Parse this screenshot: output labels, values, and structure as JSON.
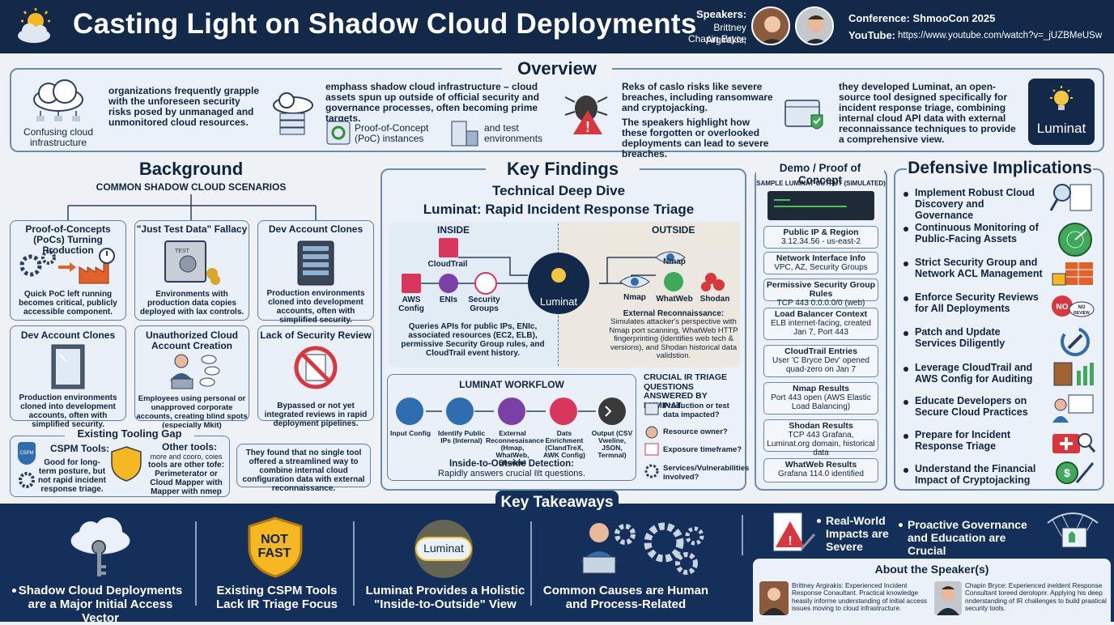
{
  "header": {
    "title": "Casting Light on Shadow Cloud Deployments",
    "speakers_label": "Speakers:",
    "speakers_names": "Brittney Argirakis,",
    "speakers_names2": "Chapin Bryce",
    "conference": "Conference: ShmooCon 2025",
    "youtube_label": "YouTube:",
    "youtube_url": "https://www.youtube.com/watch?v=_jUZBMeUSw"
  },
  "overview": {
    "title": "Overview",
    "icon_caption": "Confusing cloud infrastructure",
    "col1": "organizations frequently grapple with the unforeseen security risks posed by unmanaged and unmonitored cloud resources.",
    "col2": "emphass shadow cloud infrastructure – cloud assets spun up outside of official security and governance processes, often becoming prime targets.",
    "col2_poc": "Proof-of-Concept (PoC) instances",
    "col2_test": "and test environments",
    "col3": "Reks of caslo risks like severe breaches, including ransomware and cryptojacking.",
    "col3b": "The speakers highlight how these forgotten or overlooked deployments can lead to severe breaches.",
    "col4": "they developed Luminat, an open-source tool designed specifically for incident response triage, combining internal cloud API data with external reconnaissance techniques to provide a comprehensive view.",
    "logo": "Luminat"
  },
  "background": {
    "title": "Background",
    "subtitle": "COMMON SHADOW CLOUD SCENARIOS",
    "cards": [
      {
        "title": "Proof-of-Concepts (PoCs) Turning Production",
        "desc": "Quick PoC left running becomes critical, publicly accessible component."
      },
      {
        "title": "\"Just Test Data\" Fallacy",
        "desc": "Environments with production data copies deployed with lax controls."
      },
      {
        "title": "Dev Account Clones",
        "desc": "Production environments cloned into development accounts, often with simplified security."
      },
      {
        "title": "Dev Account Clones",
        "desc": "Production environments cloned into development accounts, often with simplified security."
      },
      {
        "title": "Unauthorized Cloud Account Creation",
        "desc": "Employees using personal or unapproved corporate accounts, creating blind spots (especially Mkit)"
      },
      {
        "title": "Lack of Security Review",
        "desc": "Bypassed or not yet integrated reviews in rapid deployment pipelines."
      }
    ],
    "safe_label": "TEST",
    "tooling_title": "Existing Tooling Gap",
    "cspm_title": "CSPM Tools:",
    "cspm_badge": "CSPM",
    "cspm_desc": "Good for long-term posture, but not rapid incident response triage.",
    "other_title": "Other tools:",
    "other_desc1": "more and cooro, coies",
    "other_desc2": "tools are other tofe:",
    "other_desc3": "Perimeterator or Cloud Mapper with Mapper with nmep",
    "finding": "They found that no single tool offered a streamlined way to combine internal cloud configuration data with external reconnaissance."
  },
  "key_findings": {
    "title": "Key Findings",
    "sub1": "Technical Deep Dive",
    "sub2": "Luminat: Rapid Incident Response Triage",
    "inside": "INSIDE",
    "outside": "OUTSIDE",
    "inside_items": [
      "CloudTrail",
      "AWS Config",
      "ENIs",
      "Security Groups"
    ],
    "outside_items": [
      "Nmap",
      "Nmap",
      "WhatWeb",
      "Shodan"
    ],
    "center_logo": "Luminat",
    "inside_desc": "Queries APIs for public IPs, ENIc, associated resources (EC2, ELB), permissive Security Group rules, and CloudTrail event history.",
    "outside_title": "External Reconnaissance:",
    "outside_desc": "Simulates attacker's perspective with Nmap port scanning, WhatWeb HTTP fingerprinting (identifies web tech & versions), and Shodan historical data validstion.",
    "workflow_title": "LUMINAT WORKFLOW",
    "workflow_steps": [
      "Input Config",
      "Identify Public IPs (Internal)",
      "External Reconnesaisance (Hmap, WhatWeb, Shodan)",
      "Dats Enrichment (ClandTreX, AWK Config)",
      "Output (CSV Vweline, JSON, Termnal)"
    ],
    "workflow_sub": "Inside-to-Outside Detection:",
    "workflow_sub2": "Rapidly answers crucial ℓℓt questions.",
    "ir_title": "CRUCIAL IR TRIAGE QUESTIONS ANSWERED BY LUMINAT:",
    "ir_questions": [
      "Production or test data impacted?",
      "Resource owner?",
      "Exposure timeframe?",
      "Services/Vulnerabilities involved?"
    ]
  },
  "demo": {
    "title": "Demo / Proof of Concept",
    "subtitle": "SAMPLE LUMINAT OUTPUT (SIMULATED)",
    "boxes": [
      {
        "title": "Public IP & Region",
        "value": "3.12.34.56 - us-east-2"
      },
      {
        "title": "Network Interface Info",
        "value": "VPC, AZ, Security Groups"
      },
      {
        "title": "Permissive Security Group Rules",
        "value": "TCP 443 0.0.0.0/0 (web)"
      },
      {
        "title": "Load Balancer Context",
        "value": "ELB internet-facing, created Jan 7, Port 443"
      },
      {
        "title": "CloudTrail Entries",
        "value": "User 'C Bryce Dev' opened quad-zero on Jan 7"
      },
      {
        "title": "Nmap Results",
        "value": "Port 443 open (AWS Elastic Load Balancing)"
      },
      {
        "title": "Shodan Results",
        "value": "TCP 443 Grafana, Luminat.org domain, historical data"
      },
      {
        "title": "WhatWeb Results",
        "value": "Grafana 114.0 identified"
      }
    ]
  },
  "defensive": {
    "title": "Defensive Implications",
    "items": [
      "Implement Robust Cloud Discovery and Governance",
      "Continuous Monitoring of Public-Facing Assets",
      "Strict Security Group and Network ACL Management",
      "Enforce Security Reviews for All Deployments",
      "Patch and Update Services Diligently",
      "Leverage CloudTrail and AWS Config for Auditing",
      "Educate Developers on Secure Cloud Practices",
      "Prepare for Incident Response Triage",
      "Understand the Financial Impact of Cryptojacking"
    ],
    "no_review_no": "NO",
    "no_review_review": "REVIEW"
  },
  "takeaways": {
    "title": "Key Takeaways",
    "items": [
      "Shadow Cloud Deployments are a Major Initial Access Vector",
      "Existing CSPM Tools Lack IR Triage Focus",
      "Luminat Provides a Holistic \"Inside-to-Outside\" View",
      "Common Causes are Human and Process-Related",
      "Real-World Impacts are Severe",
      "Proactive Governance and Education are Crucial"
    ],
    "not_fast": "NOT FAST",
    "luminat_badge": "Luminat"
  },
  "about": {
    "title": "About the Speaker(s)",
    "brittney": "Brittney Argirakis: Experienced Incident Response Conaultant. Practical knowledge heasily informe understanding of initial access issues moving to cloud infrastructure.",
    "chapin": "Chapin Bryce: Experienced ineldent Response Consultant toreed derolopnr. Applying his deep nnderstanding of IR challenges to build praatical security tools."
  },
  "colors": {
    "navy": "#12294a",
    "accent_gold": "#f5b820",
    "red": "#d9363e"
  }
}
